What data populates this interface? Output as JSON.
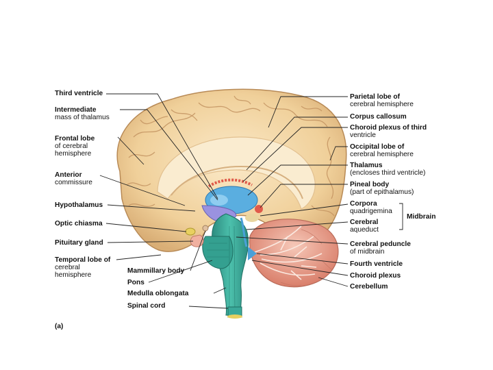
{
  "figure_label": "(a)",
  "labels_left": {
    "third_ventricle": "Third ventricle",
    "intermediate_mass_1": "Intermediate",
    "intermediate_mass_2": "mass of thalamus",
    "frontal_lobe_1": "Frontal lobe",
    "frontal_lobe_2": "of cerebral",
    "frontal_lobe_3": "hemisphere",
    "anterior_commissure_1": "Anterior",
    "anterior_commissure_2": "commissure",
    "hypothalamus": "Hypothalamus",
    "optic_chiasma": "Optic chiasma",
    "pituitary_gland": "Pituitary gland",
    "temporal_lobe_1": "Temporal lobe of",
    "temporal_lobe_2": "cerebral",
    "temporal_lobe_3": "hemisphere"
  },
  "labels_bottom": {
    "mammillary_body": "Mammillary body",
    "pons": "Pons",
    "medulla_oblongata": "Medulla oblongata",
    "spinal_cord": "Spinal cord"
  },
  "labels_right": {
    "parietal_lobe_1": "Parietal lobe of",
    "parietal_lobe_2": "cerebral hemisphere",
    "corpus_callosum": "Corpus callosum",
    "choroid_plexus_third_1": "Choroid plexus of third",
    "choroid_plexus_third_2": "ventricle",
    "occipital_lobe_1": "Occipital lobe of",
    "occipital_lobe_2": "cerebral hemisphere",
    "thalamus_1": "Thalamus",
    "thalamus_2": "(encloses third ventricle)",
    "pineal_body_1": "Pineal body",
    "pineal_body_2": "(part of epithalamus)",
    "corpora_quadrigemina_1": "Corpora",
    "corpora_quadrigemina_2": "quadrigemina",
    "cerebral_aqueduct_1": "Cerebral",
    "cerebral_aqueduct_2": "aqueduct",
    "midbrain": "Midbrain",
    "cerebral_peduncle_1": "Cerebral peduncle",
    "cerebral_peduncle_2": "of midbrain",
    "fourth_ventricle": "Fourth ventricle",
    "choroid_plexus": "Choroid plexus",
    "cerebellum": "Cerebellum"
  },
  "colors": {
    "cortex": "#f2d7a6",
    "cortex_edge": "#c9a070",
    "white_matter": "#faecd0",
    "ventricle": "#4aa0d8",
    "hypothalamus": "#8f8fe0",
    "brainstem": "#3aa99a",
    "cerebellum": "#e8a08e",
    "pituitary": "#f0b0a0",
    "gland_yellow": "#e8d060"
  }
}
